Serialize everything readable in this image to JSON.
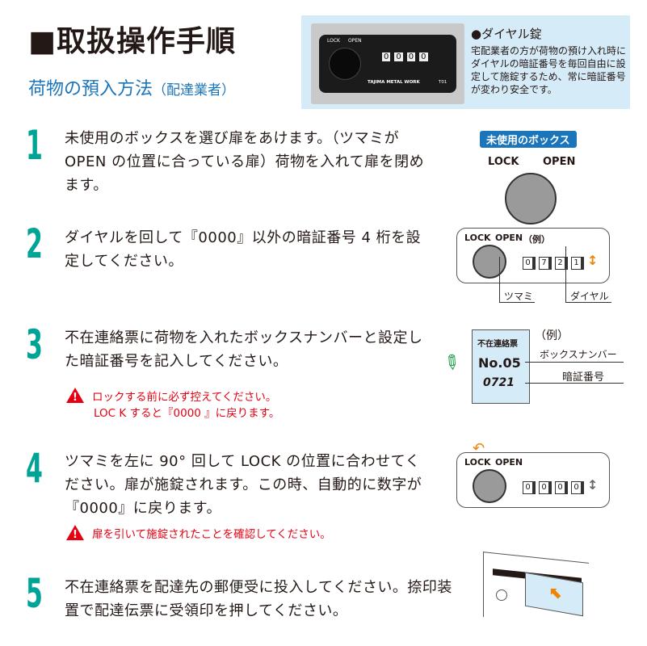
{
  "title": "■取扱操作手順",
  "subtitle": "荷物の預入方法",
  "subtitle_note": "（配達業者）",
  "info": {
    "heading": "●ダイヤル錠",
    "text": "宅配業者の方が荷物の預け入れ時にダイヤルの暗証番号を毎回自由に設定して施錠するため、常に暗証番号が変わり安全です。",
    "photo_brand": "TAJIMA METAL WORK",
    "photo_model": "T01",
    "photo_lock": "LOCK",
    "photo_open": "OPEN",
    "photo_digits": [
      "0",
      "0",
      "0",
      "0"
    ]
  },
  "steps": [
    {
      "number": "1",
      "text": "未使用のボックスを選び扉をあけます。（ツマミが OPEN の位置に合っている扉）荷物を入れて扉を閉めます。"
    },
    {
      "number": "2",
      "text": "ダイヤルを回して『0000』以外の暗証番号 4 桁を設定してください。"
    },
    {
      "number": "3",
      "text": "不在連絡票に荷物を入れたボックスナンバーと設定した暗証番号を記入してください。"
    },
    {
      "number": "4",
      "text": "ツマミを左に 90° 回して LOCK の位置に合わせてください。扉が施錠されます。この時、自動的に数字が『0000』に戻ります。"
    },
    {
      "number": "5",
      "text": "不在連絡票を配達先の郵便受に投入してください。捺印装置で配達伝票に受領印を押してください。"
    }
  ],
  "warnings": {
    "step3_line1": "ロックする前に必ず控えてください。",
    "step3_line2": "LOC K すると『0000 』に戻ります。",
    "step4": "扉を引いて施錠されたことを確認してください。"
  },
  "fig1": {
    "badge": "未使用のボックス",
    "lock": "LOCK",
    "open": "OPEN"
  },
  "fig2": {
    "lock": "LOCK",
    "open": "OPEN",
    "example": "（例）",
    "digits": [
      "0",
      "7",
      "2",
      "1"
    ],
    "knob_label": "ツマミ",
    "dial_label": "ダイヤル"
  },
  "fig3": {
    "card_title": "不在連絡票",
    "box_no": "No.05",
    "code": "0721",
    "example": "（例）",
    "box_label": "ボックスナンバー",
    "code_label": "暗証番号"
  },
  "fig4": {
    "lock": "LOCK",
    "open": "OPEN",
    "digits": [
      "0",
      "0",
      "0",
      "0"
    ]
  }
}
